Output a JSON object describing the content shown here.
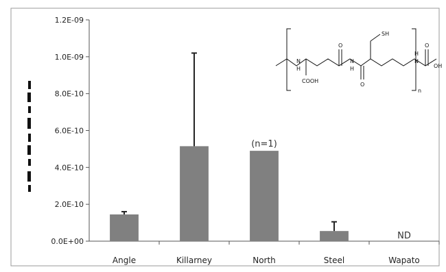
{
  "chart_data": {
    "type": "bar",
    "title": "",
    "xlabel": "",
    "ylabel": "",
    "categories": [
      "Angle",
      "Killarney",
      "North",
      "Steel",
      "Wapato"
    ],
    "values": [
      1.45e-10,
      5.15e-10,
      4.9e-10,
      5.5e-11,
      null
    ],
    "error_plus": [
      1.5e-11,
      5.05e-10,
      0,
      5e-11,
      0
    ],
    "ylim": [
      0,
      1.2e-09
    ],
    "yticks": [
      0,
      2e-10,
      4e-10,
      6e-10,
      8e-10,
      1e-09,
      1.2e-09
    ],
    "ytick_labels": [
      "0.0E+00",
      "2.0E-10",
      "4.0E-10",
      "6.0E-10",
      "8.0E-10",
      "1.0E-09",
      "1.2E-09"
    ],
    "grid": false,
    "bar_color": "#808080",
    "annotations": [
      {
        "category": "North",
        "text": "(n=1)"
      },
      {
        "category": "Wapato",
        "text": "ND"
      }
    ]
  },
  "structure_labels": {
    "sh": "SH",
    "nh1": "H",
    "nh2": "H",
    "nh3": "H",
    "cooh": "COOH",
    "oh": "OH",
    "o1": "O",
    "o2": "O",
    "o3": "O",
    "n1": "N",
    "n2": "N",
    "n3": "N",
    "sub_n": "n"
  }
}
